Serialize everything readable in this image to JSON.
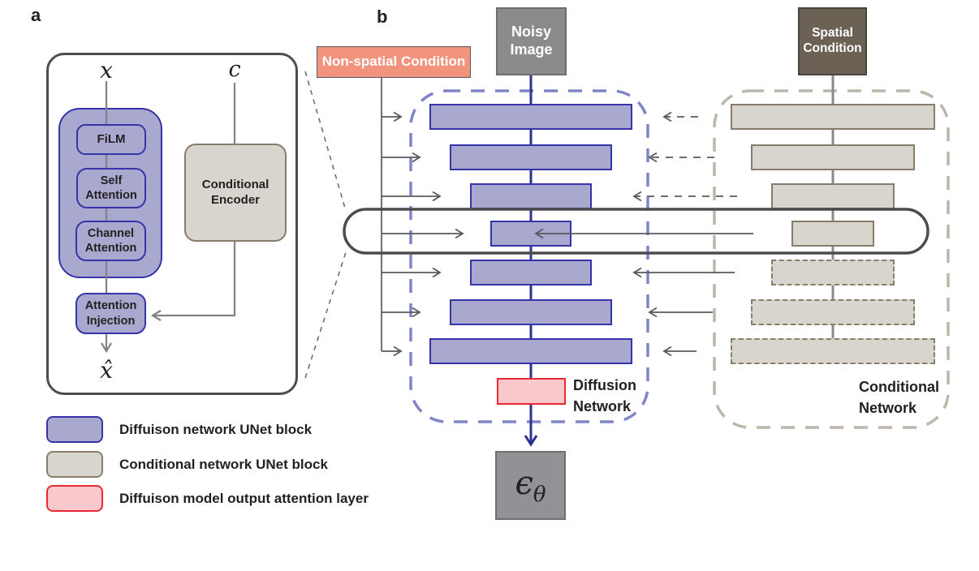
{
  "figure": {
    "panel_a_label": "a",
    "panel_b_label": "b"
  },
  "panel_a": {
    "x_label": "x",
    "c_label": "c",
    "xhat_label": "x̂",
    "film": "FiLM",
    "self_attention": "Self Attention",
    "channel_attention": "Channel Attention",
    "attention_injection": "Attention Injection",
    "conditional_encoder": "Conditional Encoder"
  },
  "panel_b": {
    "non_spatial_condition": "Non-spatial Condition",
    "noisy_image": "Noisy Image",
    "spatial_condition": "Spatial Condition",
    "diffusion_network_label": "Diffusion Network",
    "conditional_network_label": "Conditional Network",
    "epsilon": "ϵ",
    "epsilon_sub": "θ"
  },
  "legend": {
    "items": [
      {
        "swatch": "diffusion-unet-block",
        "label": "Diffuison network UNet block"
      },
      {
        "swatch": "conditional-unet-block",
        "label": "Conditional network UNet block"
      },
      {
        "swatch": "diffusion-output-attention",
        "label": "Diffuison model output attention layer"
      }
    ]
  },
  "unet": {
    "diffusion": {
      "widths": [
        250,
        200,
        150,
        100,
        150,
        200,
        250
      ],
      "dashed": [
        false,
        false,
        false,
        false,
        false,
        false,
        false
      ]
    },
    "conditional": {
      "widths": [
        252,
        202,
        152,
        102,
        152,
        202,
        252
      ],
      "dashed": [
        false,
        false,
        false,
        false,
        true,
        true,
        true
      ]
    }
  },
  "colors": {
    "diff_fill": "#a9a9cf",
    "diff_border": "#3535a8",
    "cond_fill": "#d8d4ce",
    "cond_border": "#887d6a",
    "attn_fill": "#f9c8cc",
    "attn_border": "#ea2a32",
    "nonspatial_fill": "#f2937d",
    "noisy_fill": "#8b8b8e",
    "spatial_fill": "#6b6155",
    "center_blue": "#2e3192",
    "center_gray": "#8a8a8d",
    "line_gray": "#58595b",
    "dash_blue_box": "#8085c8",
    "dash_gray_box": "#bdb6ab",
    "highlight_band": "#4c4c4e"
  }
}
